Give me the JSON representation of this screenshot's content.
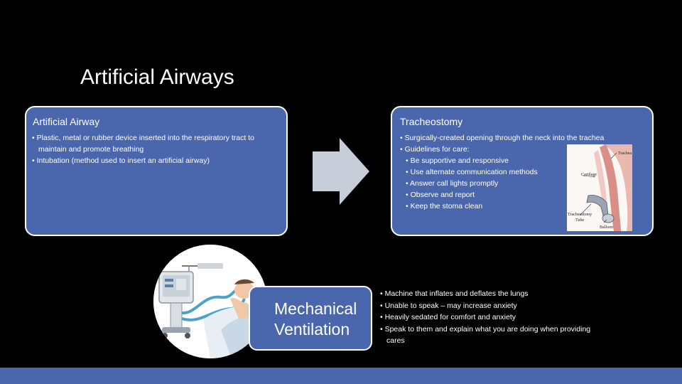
{
  "slide": {
    "title": "Artificial Airways",
    "artificial_airway": {
      "heading": "Artificial Airway",
      "bullets": [
        "• Plastic, metal or rubber device inserted into the respiratory tract to maintain and promote breathing",
        "• Intubation (method used to insert an artificial airway)"
      ]
    },
    "tracheostomy": {
      "heading": "Tracheostomy",
      "bullets": [
        "• Surgically-created opening through the neck into the trachea",
        "• Guidelines for care:"
      ],
      "sub_bullets": [
        "• Be supportive and responsive",
        "• Use alternate communication methods",
        "• Answer call lights promptly",
        "• Observe and report",
        "• Keep the stoma clean"
      ],
      "illustration_labels": {
        "trachea": "Trachea",
        "cartilage": "Cartilage",
        "tube_1": "Tracheostomy",
        "tube_2": "Tube",
        "balloon": "Balloon"
      }
    },
    "mechanical_ventilation": {
      "label_line1": "Mechanical",
      "label_line2": "Ventilation",
      "bullets": [
        "• Machine that inflates and deflates the lungs",
        "• Unable to speak – may increase anxiety",
        "• Heavily sedated for comfort and anxiety",
        "• Speak to them and explain what you are doing when providing cares"
      ]
    }
  },
  "colors": {
    "accent": "#4a66ac",
    "background": "#000000",
    "text": "#ffffff",
    "arrow": "#c7cdd9"
  }
}
